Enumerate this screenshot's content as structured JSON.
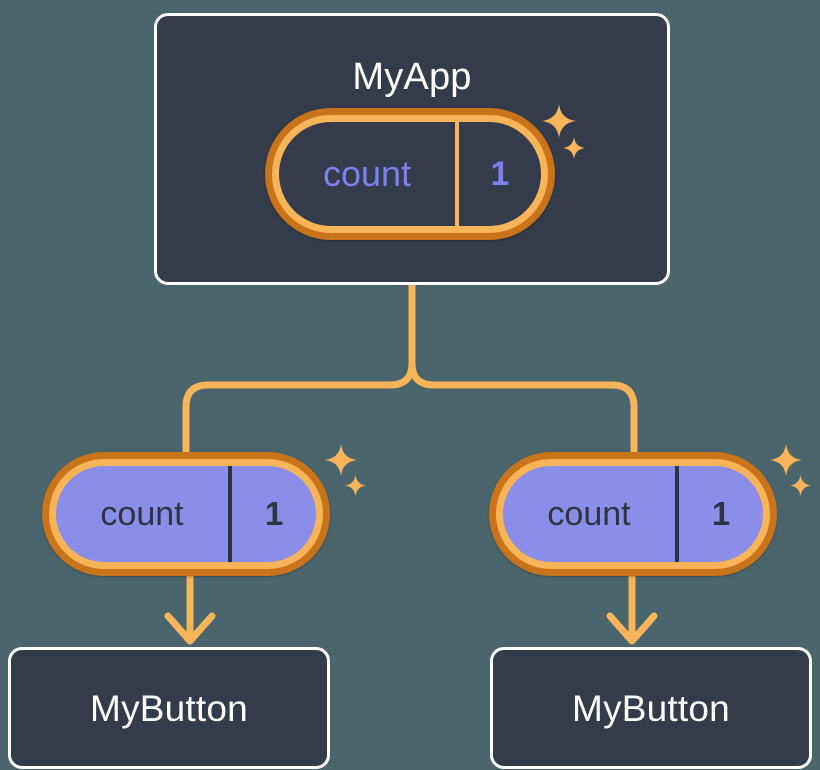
{
  "diagram": {
    "type": "component-tree",
    "description": "State propagation tree: MyApp holds count state, passed to two MyButton children",
    "background_color": "#4b656c"
  },
  "colors": {
    "background": "#4b656c",
    "panel_fill": "#343b4a",
    "panel_border": "#ffffff",
    "pill_outer_ring": "#c9741a",
    "pill_inner_border": "#f8b458",
    "pill_child_fill": "#8a8ee8",
    "accent_orange": "#f8b458",
    "state_text_top": "#7b82f0",
    "state_text_child": "#2e3542",
    "title_text": "#ffffff"
  },
  "nodes": {
    "root": {
      "title": "MyApp",
      "state": {
        "key": "count",
        "value": "1"
      }
    },
    "children": [
      {
        "title": "MyButton",
        "state": {
          "key": "count",
          "value": "1"
        }
      },
      {
        "title": "MyButton",
        "state": {
          "key": "count",
          "value": "1"
        }
      }
    ]
  },
  "icons": {
    "sparkle_large": "sparkle-four-point-icon",
    "sparkle_small": "sparkle-four-point-small-icon",
    "arrow": "arrow-down-icon"
  }
}
